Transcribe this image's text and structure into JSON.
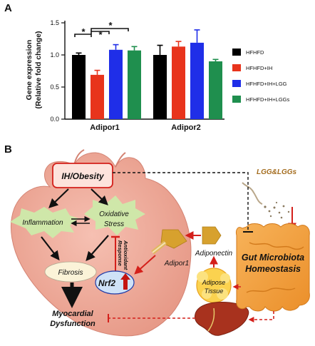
{
  "panel_a": {
    "label": "A",
    "ylabel_line1": "Gene expression",
    "ylabel_line2": "(Relative fold change)",
    "significance_marker": "*"
  },
  "chart_data": {
    "type": "bar",
    "categories": [
      "Adipor1",
      "Adipor2"
    ],
    "series": [
      {
        "name": "HFHFD",
        "color": "#000000",
        "values": [
          1.0,
          1.0
        ],
        "errors": [
          0.03,
          0.15
        ]
      },
      {
        "name": "HFHFD+IH",
        "color": "#e8341c",
        "values": [
          0.69,
          1.13
        ],
        "errors": [
          0.07,
          0.08
        ]
      },
      {
        "name": "HFHFD+IH+LGG",
        "color": "#1f2ee8",
        "values": [
          1.08,
          1.19
        ],
        "errors": [
          0.08,
          0.2
        ]
      },
      {
        "name": "HFHFD+IH+LGGs",
        "color": "#1f8f4e",
        "values": [
          1.07,
          0.9
        ],
        "errors": [
          0.06,
          0.03
        ]
      }
    ],
    "ylim": [
      0,
      1.5
    ],
    "yticks": [
      "0.0",
      "0.5",
      "1.0",
      "1.5"
    ],
    "ylabel": "Gene expression (Relative fold change)",
    "legend_position": "right"
  },
  "panel_b": {
    "label": "B",
    "ih_obesity": "IH/Obesity",
    "inflammation": "Inflammation",
    "oxidative_stress_line1": "Oxidative",
    "oxidative_stress_line2": "Stress",
    "fibrosis": "Fibrosis",
    "myocardial_line1": "Myocardial",
    "myocardial_line2": "Dysfunction",
    "antioxidant_line1": "Antioxidant",
    "antioxidant_line2": "Response",
    "nrf2": "Nrf2",
    "adipor1": "Adipor1",
    "adiponectin": "Adiponectin",
    "adipose_line1": "Adipose",
    "adipose_line2": "Tissue",
    "lgg": "LGG&LGGs",
    "gut_line1": "Gut Microbiota",
    "gut_line2": "Homeostasis"
  }
}
